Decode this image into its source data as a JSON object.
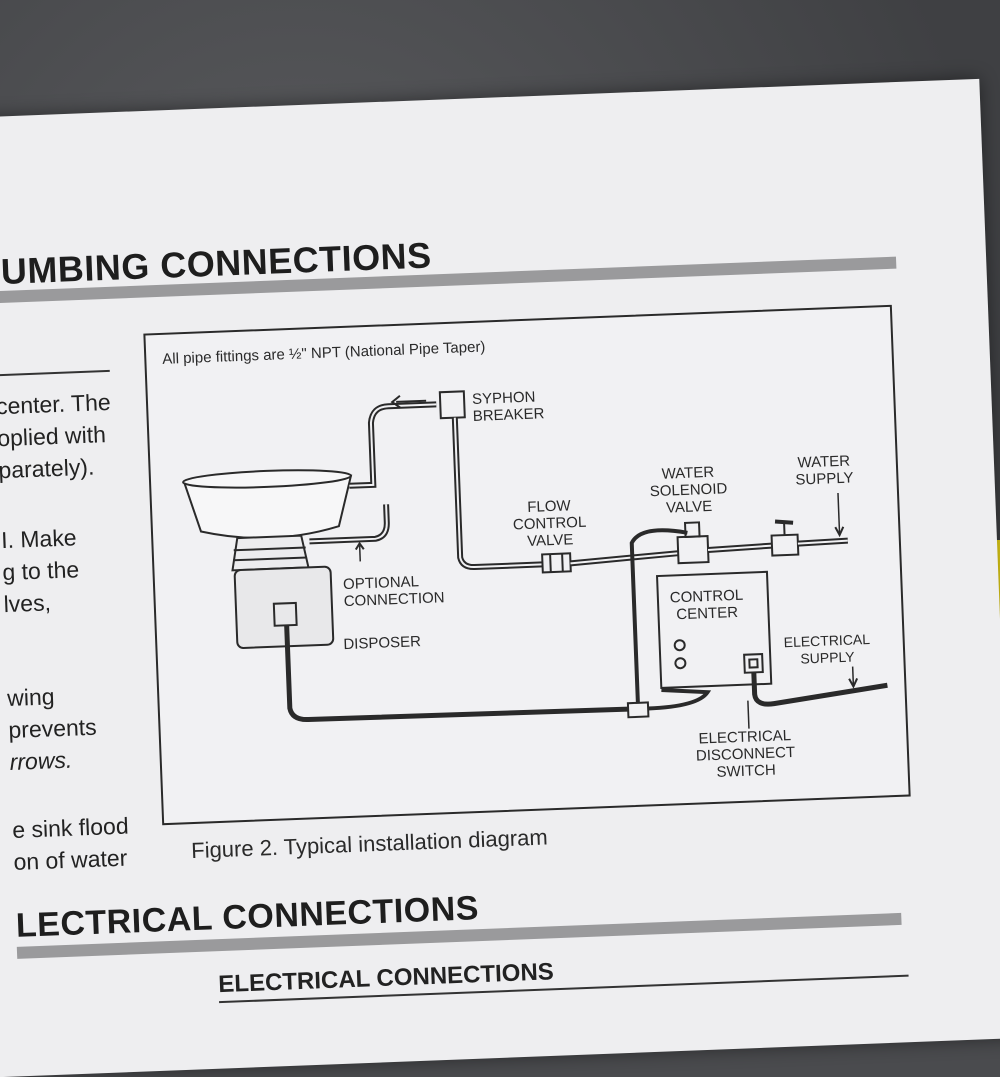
{
  "document": {
    "section_plumbing": "UMBING CONNECTIONS",
    "section_electrical": "LECTRICAL CONNECTIONS",
    "left_column": [
      "center. The",
      "oplied with",
      "parately).",
      "I. Make",
      "g to the",
      "lves,",
      "wing",
      "prevents",
      "rrows.",
      "e sink flood",
      "on of water"
    ],
    "figure": {
      "note": "All pipe fittings are ½\" NPT (National Pipe Taper)",
      "caption": "Figure 2.  Typical installation diagram",
      "labels": {
        "syphon_breaker": "SYPHON\nBREAKER",
        "water_solenoid_valve": "WATER\nSOLENOID\nVALVE",
        "water_supply": "WATER\nSUPPLY",
        "flow_control_valve": "FLOW\nCONTROL\nVALVE",
        "optional_connection": "OPTIONAL\nCONNECTION",
        "disposer": "DISPOSER",
        "control_center": "CONTROL\nCENTER",
        "electrical_supply": "ELECTRICAL\nSUPPLY",
        "electrical_disconnect_switch": "ELECTRICAL\nDISCONNECT\nSWITCH"
      }
    },
    "subsection": "ELECTRICAL CONNECTIONS"
  },
  "colors": {
    "ink": "#2a2a2a",
    "paper": "#eeeef0",
    "rule": "#9a9a9c"
  }
}
